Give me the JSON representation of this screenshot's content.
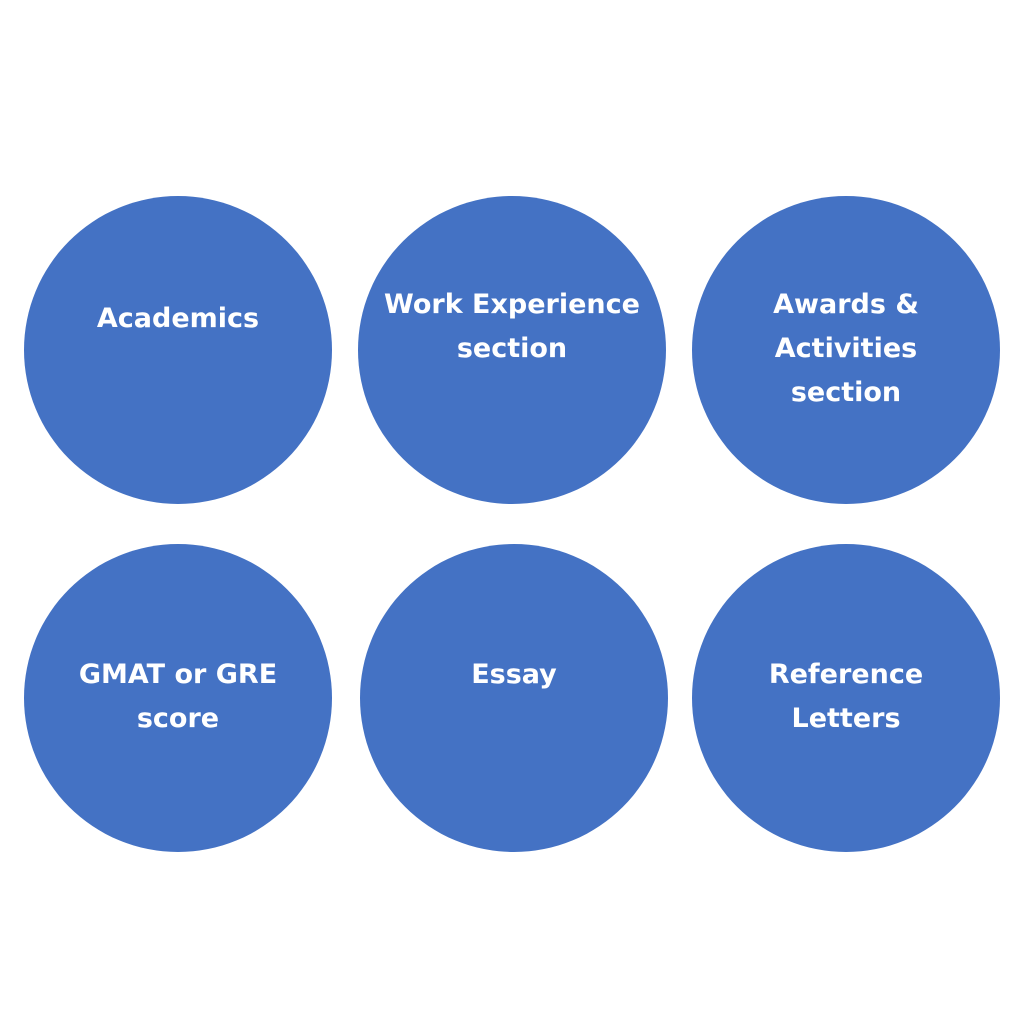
{
  "nodes": [
    {
      "lines": [
        "Academics"
      ]
    },
    {
      "lines": [
        "Work Experience",
        "section"
      ]
    },
    {
      "lines": [
        "Awards &",
        "Activities",
        "section"
      ]
    },
    {
      "lines": [
        "GMAT or GRE",
        "score"
      ]
    },
    {
      "lines": [
        "Essay"
      ]
    },
    {
      "lines": [
        "Reference",
        "Letters"
      ]
    }
  ],
  "colors": {
    "circle_fill": "#4472c4",
    "text": "#ffffff",
    "background": "#ffffff"
  }
}
